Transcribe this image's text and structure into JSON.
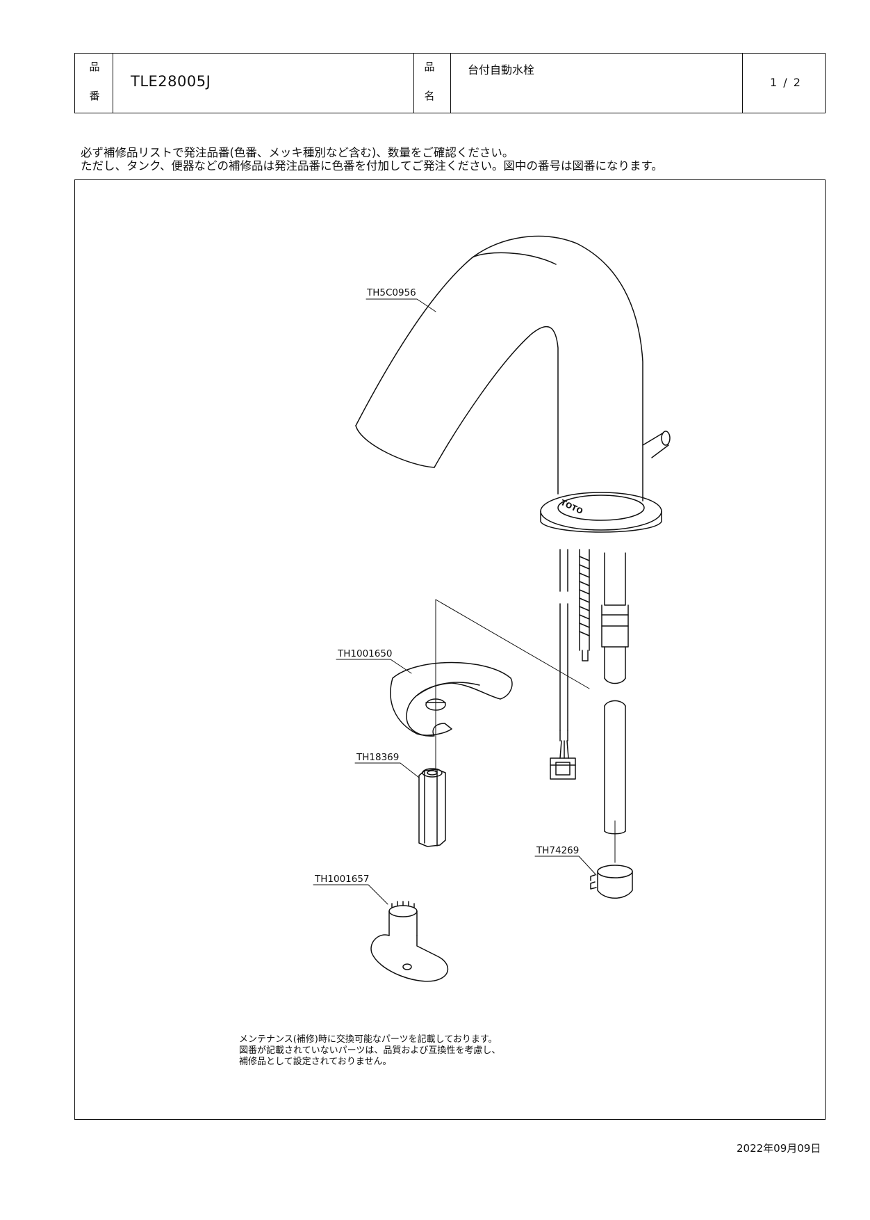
{
  "header": {
    "model_label_1": "品",
    "model_label_2": "番",
    "model_number": "TLE28005J",
    "name_label_1": "品",
    "name_label_2": "名",
    "product_name": "台付自動水栓",
    "page_number": "1 / 2"
  },
  "notice": {
    "line1": "必ず補修品リストで発注品番(色番、メッキ種別など含む)、数量をご確認ください。",
    "line2": "ただし、タンク、便器などの補修品は発注品番に色番を付加してご発注ください。図中の番号は図番になります。"
  },
  "parts": [
    {
      "code": "TH5C0956"
    },
    {
      "code": "TH1001650"
    },
    {
      "code": "TH18369"
    },
    {
      "code": "TH74269"
    },
    {
      "code": "TH1001657"
    }
  ],
  "brand_mark": "TOTO",
  "footnote": {
    "line1": "メンテナンス(補修)時に交換可能なパーツを記載しております。",
    "line2": "図番が記載されていないパーツは、品質および互換性を考慮し、",
    "line3": "補修品として設定されておりません。"
  },
  "date": "2022年09月09日"
}
